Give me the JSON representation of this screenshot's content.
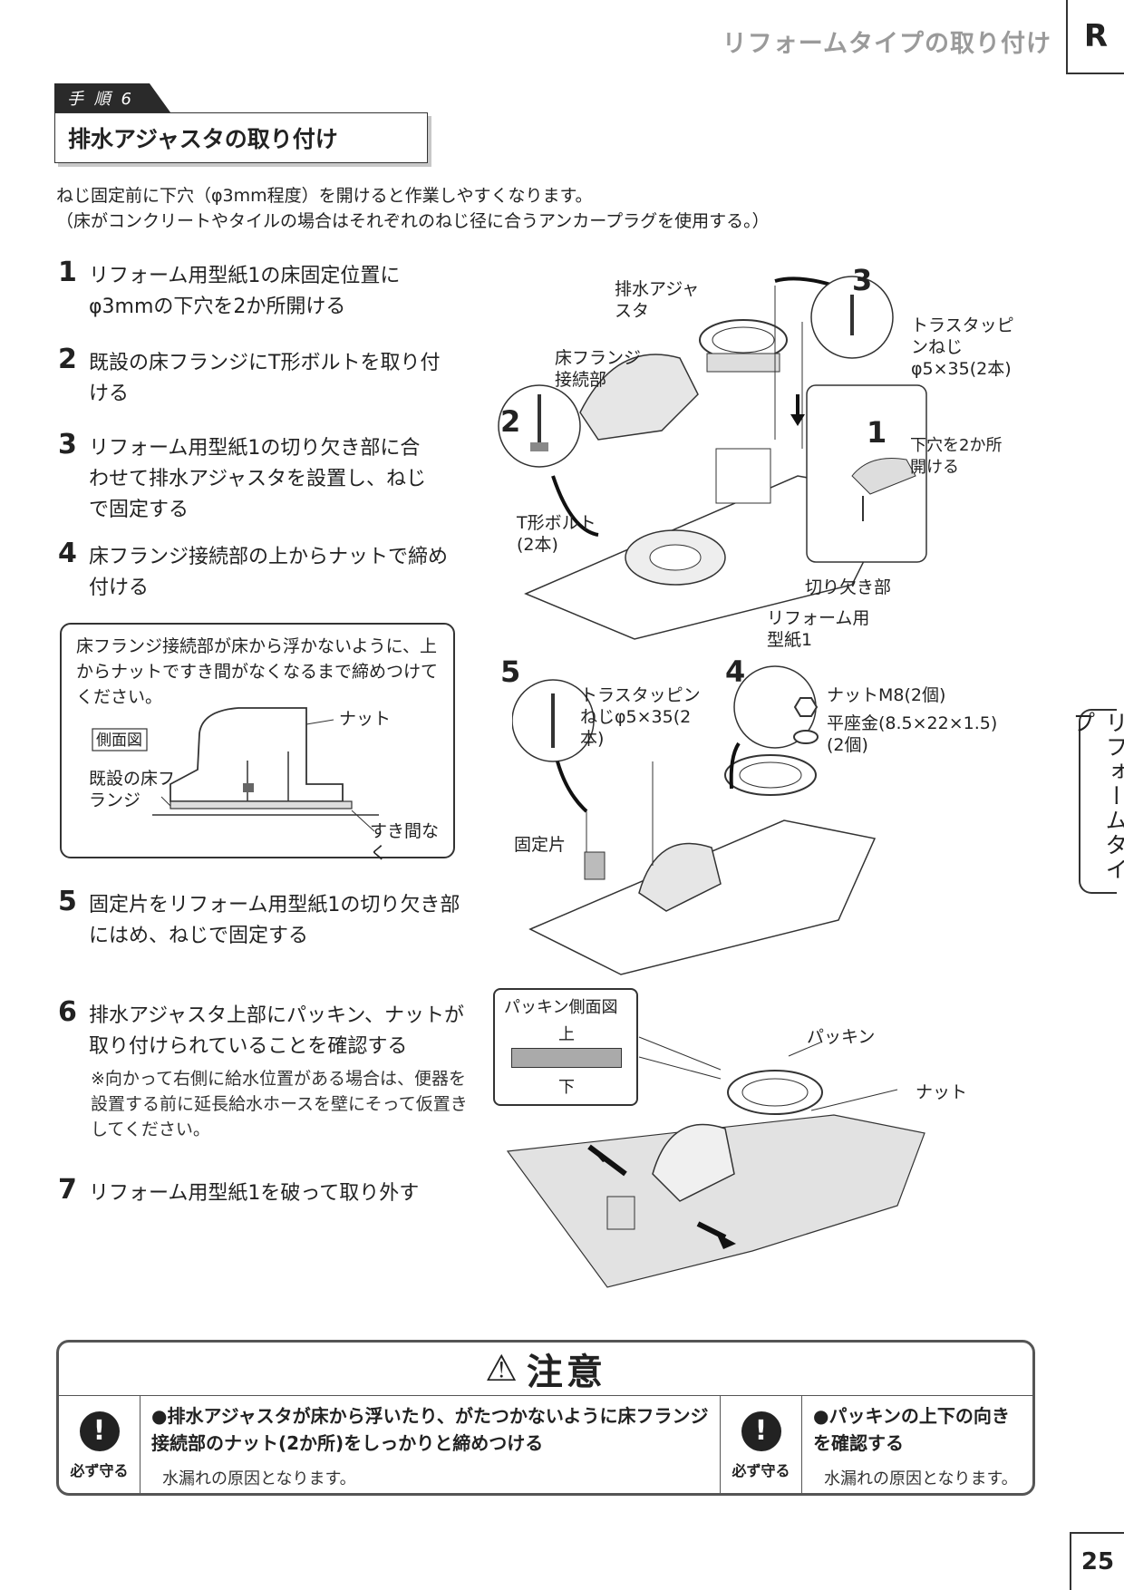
{
  "header": {
    "section_title": "リフォームタイプの取り付け",
    "section_letter": "R"
  },
  "side_tab": "リフォームタイプ",
  "page_number": "25",
  "step_header": {
    "tag": "手 順 6",
    "title": "排水アジャスタの取り付け"
  },
  "intro": [
    "ねじ固定前に下穴（φ3mm程度）を開けると作業しやすくなります。",
    "（床がコンクリートやタイルの場合はそれぞれのねじ径に合うアンカープラグを使用する。）"
  ],
  "steps": [
    {
      "num": "1",
      "text": "リフォーム用型紙1の床固定位置にφ3mmの下穴を2か所開ける"
    },
    {
      "num": "2",
      "text": "既設の床フランジにT形ボルトを取り付ける"
    },
    {
      "num": "3",
      "text": "リフォーム用型紙1の切り欠き部に合わせて排水アジャスタを設置し、ねじで固定する"
    },
    {
      "num": "4",
      "text": "床フランジ接続部の上からナットで締め付ける"
    },
    {
      "num": "5",
      "text": "固定片をリフォーム用型紙1の切り欠き部にはめ、ねじで固定する"
    },
    {
      "num": "6",
      "text": "排水アジャスタ上部にパッキン、ナットが取り付けられていることを確認する"
    },
    {
      "num": "7",
      "text": "リフォーム用型紙1を破って取り外す"
    }
  ],
  "step6_note": "※向かって右側に給水位置がある場合は、便器を設置する前に延長給水ホースを壁にそって仮置きしてください。",
  "info_box": {
    "text": "床フランジ接続部が床から浮かないように、上からナットですき間がなくなるまで締めつけてください。",
    "side_view_label": "側面図",
    "nut_label": "ナット",
    "flange_label": "既設の床フランジ",
    "gap_label": "すき間なく"
  },
  "fig1": {
    "drain_adjuster": "排水アジャスタ",
    "flange_joint": "床フランジ接続部",
    "screw_label": "トラスタッピンねじφ5×35(2本)",
    "pilot_hole": "下穴を2か所開ける",
    "t_bolt": "T形ボルト(2本)",
    "notch": "切り欠き部",
    "template": "リフォーム用型紙1",
    "n1": "1",
    "n2": "2",
    "n3": "3"
  },
  "fig2": {
    "screw_label": "トラスタッピンねじφ5×35(2本)",
    "nut_label": "ナットM8(2個)",
    "washer_label": "平座金(8.5×22×1.5)(2個)",
    "fixing_piece": "固定片",
    "n4": "4",
    "n5": "5"
  },
  "fig3": {
    "packing_side_view": "パッキン側面図",
    "top": "上",
    "bottom": "下",
    "packing": "パッキン",
    "nut": "ナット"
  },
  "caution": {
    "title": "注意",
    "must_label": "必ず守る",
    "items": [
      {
        "main": "●排水アジャスタが床から浮いたり、がたつかないように床フランジ接続部のナット(2か所)をしっかりと締めつける",
        "sub": "水漏れの原因となります。"
      },
      {
        "main": "●パッキンの上下の向きを確認する",
        "sub": "水漏れの原因となります。"
      }
    ]
  }
}
